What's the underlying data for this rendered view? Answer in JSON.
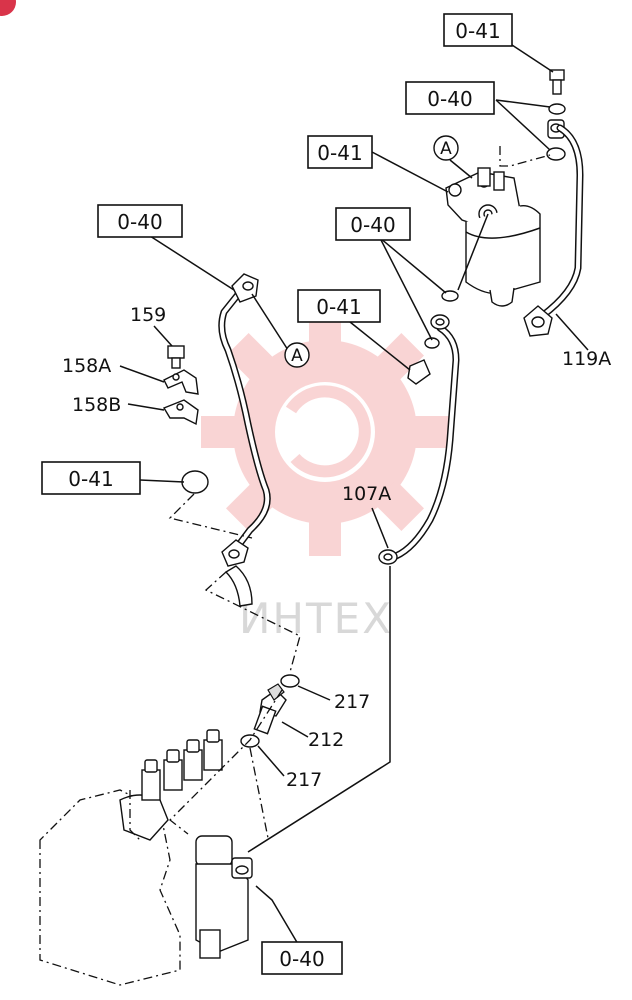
{
  "references": {
    "fuel_filter_top_bolt": "0-41",
    "fuel_filter_washers": "0-40",
    "fuel_filter_bracket": "0-41",
    "fuel_filter_outlet_washers": "0-40",
    "fuel_filter_outlet_bolt": "0-41",
    "upper_left_pipe_washer": "0-40",
    "left_plug": "0-41",
    "bottom_pump_washer": "0-40"
  },
  "parts": {
    "p159": "159",
    "p158a": "158A",
    "p158b": "158B",
    "p119a": "119A",
    "p107a": "107A",
    "p217_upper": "217",
    "p212": "212",
    "p217_lower": "217"
  },
  "markers": {
    "connection_a_filter": "A",
    "connection_a_pipe": "A"
  },
  "watermark": {
    "text": "ИНТЕХ",
    "color": "#ef7b7b"
  }
}
